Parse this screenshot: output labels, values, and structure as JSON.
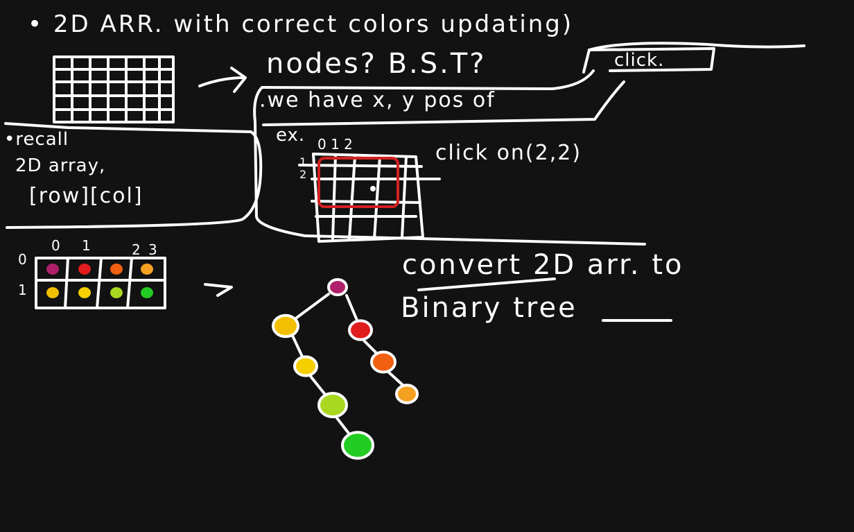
{
  "notes": {
    "title": "• 2D ARR. with correct colors updating)",
    "question": "nodes?  B.S.T?",
    "click_tag": "click.",
    "pos_note": ".we have x, y pos of",
    "recall_label": "•recall",
    "recall_line1": "2D array,",
    "recall_line2": "[row][col]",
    "example_label": "ex.",
    "example_cols": "0 1 2",
    "example_rows_1": "1",
    "example_rows_2": "2",
    "click_on": "click on(2,2)",
    "convert_line1": "convert 2D arr. to",
    "convert_line2": "Binary tree",
    "array_col_indices": [
      "0",
      "1",
      "2",
      "3"
    ],
    "array_row_indices": [
      "0",
      "1"
    ]
  },
  "array_cells": [
    {
      "row": 0,
      "col": 0,
      "color": "#b0206a"
    },
    {
      "row": 0,
      "col": 1,
      "color": "#e01c1c"
    },
    {
      "row": 0,
      "col": 2,
      "color": "#f06010"
    },
    {
      "row": 0,
      "col": 3,
      "color": "#f4a020"
    },
    {
      "row": 1,
      "col": 0,
      "color": "#f2c000"
    },
    {
      "row": 1,
      "col": 1,
      "color": "#f5d000"
    },
    {
      "row": 1,
      "col": 2,
      "color": "#a8d820"
    },
    {
      "row": 1,
      "col": 3,
      "color": "#22cc22"
    }
  ],
  "tree_nodes": [
    {
      "name": "root",
      "color": "#b0206a"
    },
    {
      "name": "left-1",
      "color": "#f2c000"
    },
    {
      "name": "right-1",
      "color": "#e01c1c"
    },
    {
      "name": "left-2",
      "color": "#f5d000"
    },
    {
      "name": "right-2",
      "color": "#f06010"
    },
    {
      "name": "right-3",
      "color": "#f4a020"
    },
    {
      "name": "left-3",
      "color": "#a8d820"
    },
    {
      "name": "left-4",
      "color": "#22cc22"
    }
  ],
  "colors": {
    "background": "#121212",
    "ink": "#ffffff",
    "highlight": "#d42020"
  }
}
